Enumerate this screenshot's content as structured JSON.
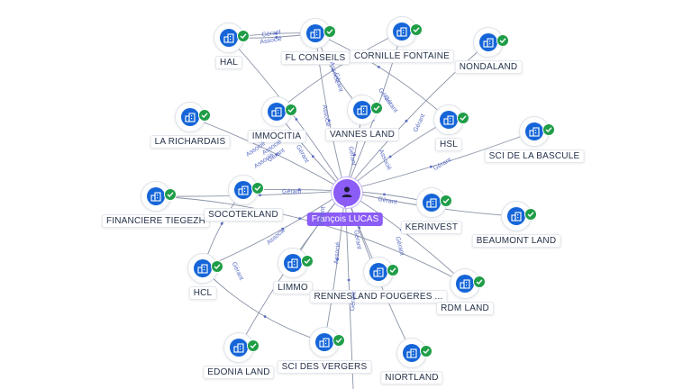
{
  "person": {
    "name": "François LUCAS"
  },
  "companies": [
    {
      "id": "hal",
      "label": "HAL"
    },
    {
      "id": "flconseils",
      "label": "FL CONSEILS"
    },
    {
      "id": "cornille",
      "label": "CORNILLE FONTAINE"
    },
    {
      "id": "nondaland",
      "label": "NONDALAND"
    },
    {
      "id": "larichardais",
      "label": "LA RICHARDAIS"
    },
    {
      "id": "immocitia",
      "label": "IMMOCITIA"
    },
    {
      "id": "vannesland",
      "label": "VANNES LAND"
    },
    {
      "id": "hsl",
      "label": "HSL"
    },
    {
      "id": "scibascule",
      "label": "SCI DE LA BASCULE"
    },
    {
      "id": "financiere",
      "label": "FINANCIERE TIEGEZH"
    },
    {
      "id": "socotekland",
      "label": "SOCOTEKLAND"
    },
    {
      "id": "kerinvest",
      "label": "KERINVEST"
    },
    {
      "id": "beaumont",
      "label": "BEAUMONT LAND"
    },
    {
      "id": "hcl",
      "label": "HCL"
    },
    {
      "id": "limmo",
      "label": "LIMMO"
    },
    {
      "id": "rennesland",
      "label": "RENNESLAND FOUGERES ..."
    },
    {
      "id": "rdmland",
      "label": "RDM LAND"
    },
    {
      "id": "edonia",
      "label": "EDONIA LAND"
    },
    {
      "id": "scivergers",
      "label": "SCI DES VERGERS"
    },
    {
      "id": "niortland",
      "label": "NIORTLAND"
    }
  ],
  "edge_labels": [
    {
      "text": "Gérant"
    },
    {
      "text": "Associé"
    },
    {
      "text": "Associé"
    },
    {
      "text": "Gérant"
    },
    {
      "text": "Associé"
    },
    {
      "text": "Gérant"
    },
    {
      "text": "Associé"
    },
    {
      "text": "Gérant"
    },
    {
      "text": "Associé"
    },
    {
      "text": "Gérant"
    },
    {
      "text": "Gérant"
    },
    {
      "text": "Gérant"
    },
    {
      "text": "Gérant"
    },
    {
      "text": "Associé"
    },
    {
      "text": "Gérant"
    },
    {
      "text": "Gérant"
    },
    {
      "text": "Gérant"
    },
    {
      "text": "Associé"
    },
    {
      "text": "Gérant"
    },
    {
      "text": "Gérant"
    },
    {
      "text": "Gérant"
    },
    {
      "text": "Gérant"
    },
    {
      "text": "Associé"
    },
    {
      "text": "Gérant"
    },
    {
      "text": "Associé"
    }
  ],
  "colors": {
    "person": "#8b5cf6",
    "company": "#1565d8",
    "verified": "#1f9d47",
    "edge": "#8a93a8",
    "edge_label": "#5a6cc4"
  },
  "icons": {
    "person": "user-icon",
    "company": "building-icon",
    "verified": "check-icon"
  }
}
